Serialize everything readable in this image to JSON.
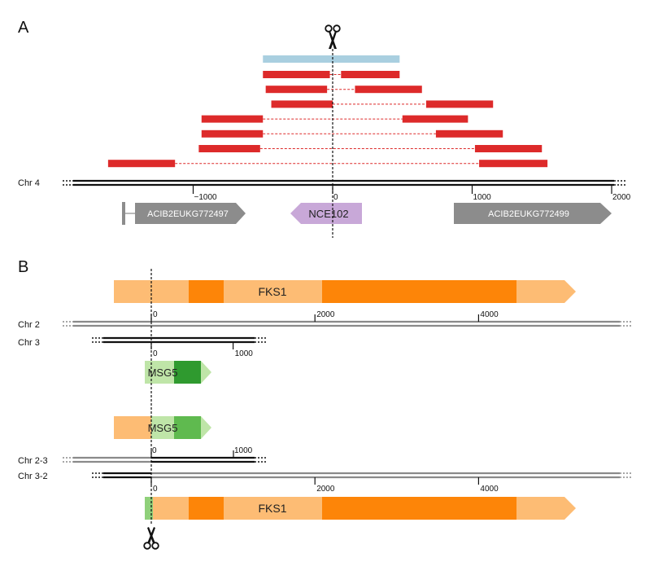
{
  "panels": {
    "a": {
      "label": "A"
    },
    "b": {
      "label": "B"
    }
  },
  "colors": {
    "guide": "#a9cfe0",
    "read": "#dd2a2a",
    "chr_black": "#111111",
    "chr_gray": "#8a8a8a",
    "gene_gray": "#8c8c8c",
    "nce": "#c8a8d8",
    "fks_light": "#fdbc74",
    "fks_dark": "#fd8508",
    "msg_light": "#bfe5a8",
    "msg_mid": "#5fba4f",
    "msg_dark": "#2f9a2f"
  },
  "panel_a": {
    "chromosome": "Chr 4",
    "ticks": [
      {
        "value": -1000,
        "label": "−1000"
      },
      {
        "value": 0,
        "label": "0"
      },
      {
        "value": 1000,
        "label": "1000"
      },
      {
        "value": 2000,
        "label": "2000"
      }
    ],
    "guide": {
      "start": -500,
      "end": 480
    },
    "reads": [
      {
        "left": [
          -500,
          -20
        ],
        "right": [
          60,
          480
        ]
      },
      {
        "left": [
          -480,
          -40
        ],
        "right": [
          160,
          640
        ]
      },
      {
        "left": [
          -440,
          0
        ],
        "right": [
          670,
          1150
        ]
      },
      {
        "left": [
          -940,
          -500
        ],
        "right": [
          500,
          970
        ]
      },
      {
        "left": [
          -940,
          -500
        ],
        "right": [
          740,
          1220
        ]
      },
      {
        "left": [
          -960,
          -520
        ],
        "right": [
          1020,
          1500
        ]
      },
      {
        "left": [
          -1610,
          -1130
        ],
        "right": [
          1050,
          1540
        ]
      }
    ],
    "genes": [
      {
        "name": "ACIB2EUKG772497",
        "start": -1400,
        "end": -640,
        "strand": "+"
      },
      {
        "name": "NCE102",
        "start": -320,
        "end": 200,
        "strand": "-"
      },
      {
        "name": "ACIB2EUKG772499",
        "start": 850,
        "end": 2000,
        "strand": "+"
      }
    ]
  },
  "panel_b": {
    "chromosomes": {
      "chr2": "Chr 2",
      "chr3": "Chr 3",
      "chr23": "Chr 2-3",
      "chr32": "Chr 3-2"
    },
    "chr2_ticks": [
      {
        "value": 0,
        "label": "0"
      },
      {
        "value": 2000,
        "label": "2000"
      },
      {
        "value": 4000,
        "label": "4000"
      }
    ],
    "chr3_ticks": [
      {
        "value": 0,
        "label": "0"
      },
      {
        "value": 1000,
        "label": "1000"
      }
    ],
    "genes": {
      "fks1": "FKS1",
      "msg5": "MSG5"
    }
  }
}
